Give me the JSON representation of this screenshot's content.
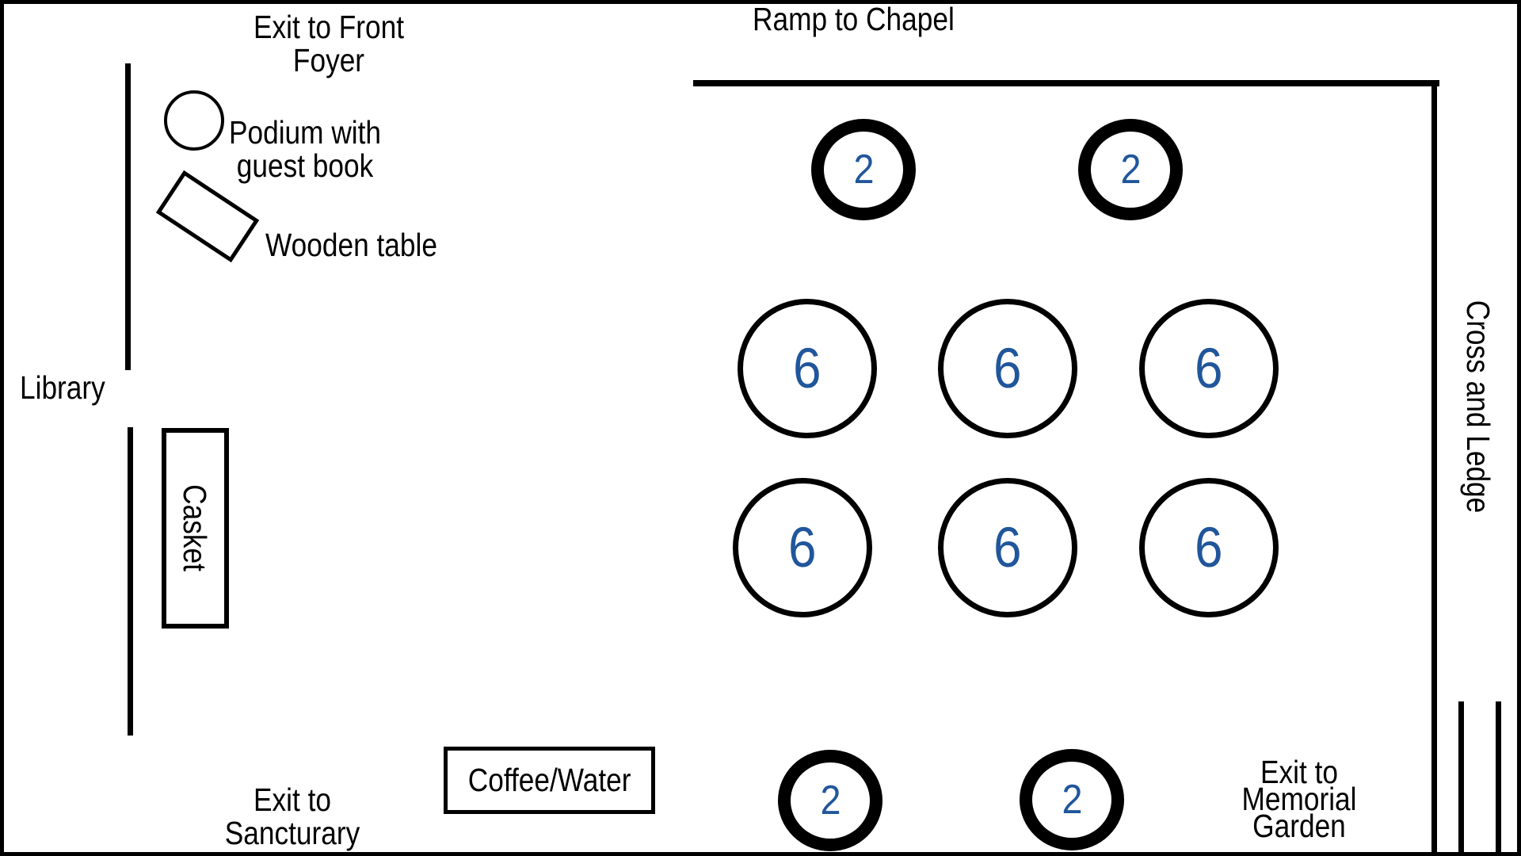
{
  "colors": {
    "seat_number": "#20569B",
    "line": "#000000",
    "background": "#FFFFFF"
  },
  "labels": {
    "exit_front_foyer": {
      "lines": [
        "Exit to Front",
        "Foyer"
      ]
    },
    "ramp_to_chapel": {
      "text": "Ramp to Chapel"
    },
    "podium": {
      "lines": [
        "Podium with",
        "guest book"
      ]
    },
    "wooden_table": {
      "text": "Wooden table"
    },
    "library": {
      "text": "Library"
    },
    "casket": {
      "text": "Casket"
    },
    "cross_and_ledge": {
      "text": "Cross and Ledge"
    },
    "coffee_water": {
      "text": "Coffee/Water"
    },
    "exit_sanctuary": {
      "lines": [
        "Exit to",
        "Sancturary"
      ]
    },
    "exit_memorial_garden": {
      "lines": [
        "Exit to",
        "Memorial",
        "Garden"
      ]
    }
  },
  "tables": {
    "six_seat": [
      {
        "seats": "6"
      },
      {
        "seats": "6"
      },
      {
        "seats": "6"
      },
      {
        "seats": "6"
      },
      {
        "seats": "6"
      },
      {
        "seats": "6"
      }
    ],
    "two_seat": [
      {
        "seats": "2"
      },
      {
        "seats": "2"
      },
      {
        "seats": "2"
      },
      {
        "seats": "2"
      }
    ]
  }
}
